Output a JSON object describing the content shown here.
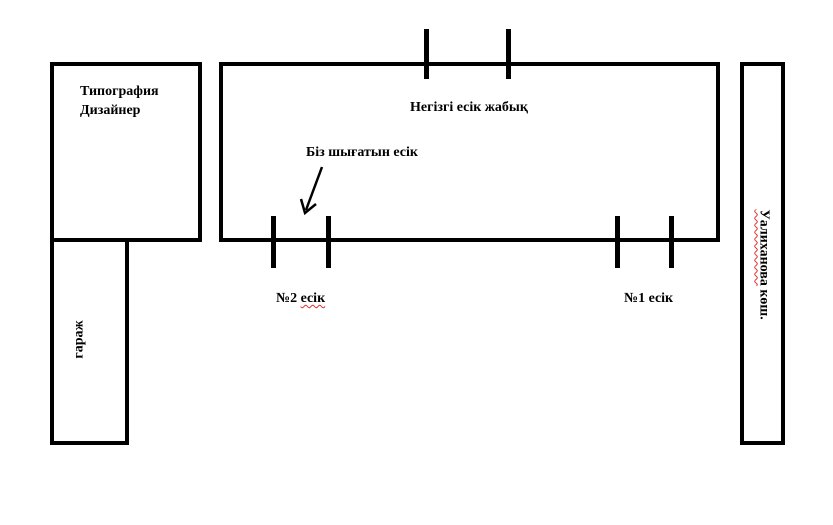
{
  "diagram": {
    "title_hint": "Floor / site plan",
    "buildings": {
      "typography": {
        "line1": "Типография",
        "line2": "Дизайнер"
      },
      "garage": {
        "label": "гараж"
      },
      "main_building": {
        "label": "Негізгі есік жабық"
      },
      "street": {
        "label_part1": "Уалиханова",
        "label_part2": " көш."
      }
    },
    "annotations": {
      "exit_door": "Біз шығатын есік",
      "door2": {
        "prefix": "№2 ",
        "word": "есік"
      },
      "door1": "№1 есік"
    },
    "colors": {
      "line": "#000000",
      "background": "#ffffff",
      "spellcheck": "#e03030"
    }
  }
}
